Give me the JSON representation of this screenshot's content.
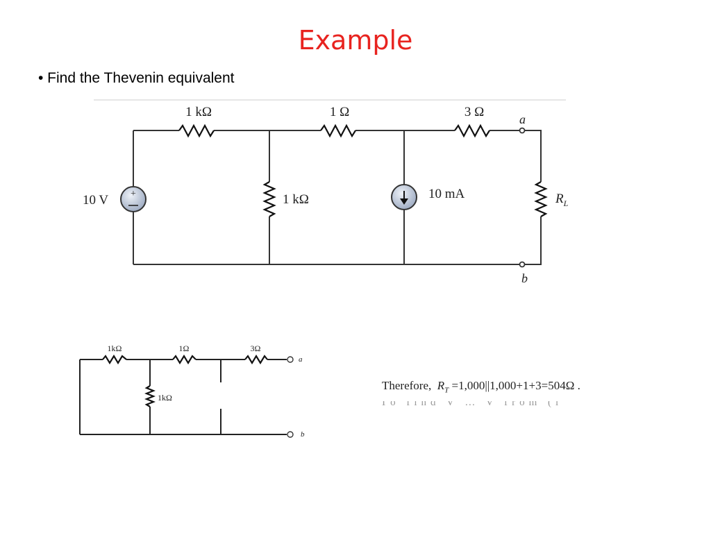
{
  "slide": {
    "title": "Example",
    "bullet": "• Find the Thevenin equivalent"
  },
  "circuit_top": {
    "r1_label": "1 kΩ",
    "r2_label": "1 Ω",
    "r3_label": "3 Ω",
    "r_shunt_label": "1 kΩ",
    "source_v_label": "10 V",
    "source_i_label": "10 mA",
    "load_label_main": "R",
    "load_label_sub": "L",
    "node_a": "a",
    "node_b": "b"
  },
  "circuit_bottom": {
    "r1_label": "1kΩ",
    "r2_label": "1Ω",
    "r3_label": "3Ω",
    "r_shunt_label": "1kΩ",
    "node_a": "a",
    "node_b": "b"
  },
  "formula": {
    "prefix": "Therefore,",
    "symbol": "R",
    "subscript": "T",
    "expression": "=1,000||1,000+1+3=504Ω .",
    "cutoff_text": "To find V  … V  from  (i"
  },
  "colors": {
    "title": "#e8231f",
    "wire": "#333333",
    "source_fill": "#b8c4d8"
  }
}
